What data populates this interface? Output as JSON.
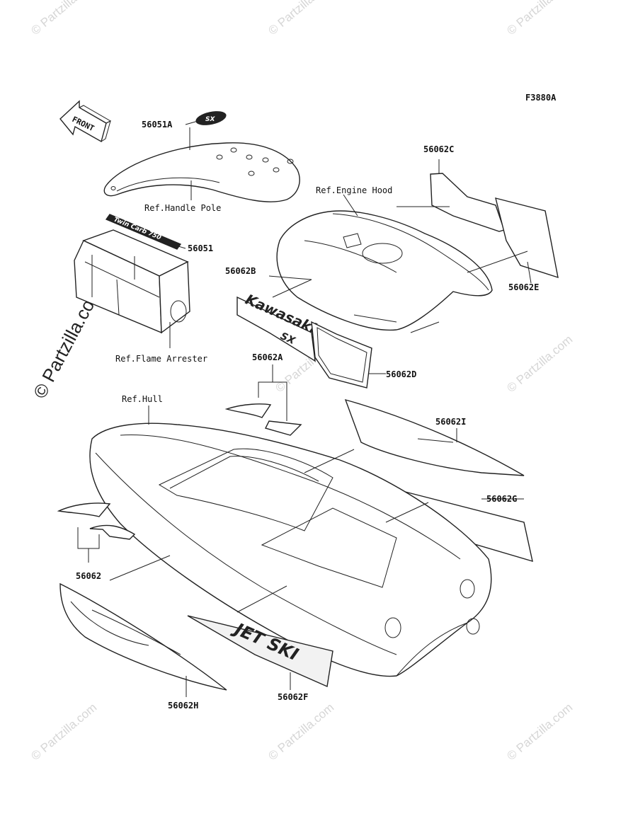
{
  "figure_id": "F3880A",
  "front_arrow_label": "FRONT",
  "watermark": "© Partzilla.com",
  "decal_text": {
    "badge": "SX",
    "twin_carb": "Twin Carb 750",
    "side_brand": "Kawasaki",
    "side_model": "SX",
    "hull_brand": "JET SKI"
  },
  "parts": [
    {
      "id": "p-56051A",
      "code": "56051A"
    },
    {
      "id": "p-56051",
      "code": "56051"
    },
    {
      "id": "p-56062C",
      "code": "56062C"
    },
    {
      "id": "p-56062B",
      "code": "56062B"
    },
    {
      "id": "p-56062E",
      "code": "56062E"
    },
    {
      "id": "p-56062D",
      "code": "56062D"
    },
    {
      "id": "p-56062A",
      "code": "56062A"
    },
    {
      "id": "p-56062I",
      "code": "56062I"
    },
    {
      "id": "p-56062G",
      "code": "56062G"
    },
    {
      "id": "p-56062",
      "code": "56062"
    },
    {
      "id": "p-56062H",
      "code": "56062H"
    },
    {
      "id": "p-56062F",
      "code": "56062F"
    }
  ],
  "references": {
    "handle_pole": "Ref.Handle Pole",
    "engine_hood": "Ref.Engine Hood",
    "flame_arrester": "Ref.Flame Arrester",
    "hull": "Ref.Hull"
  }
}
